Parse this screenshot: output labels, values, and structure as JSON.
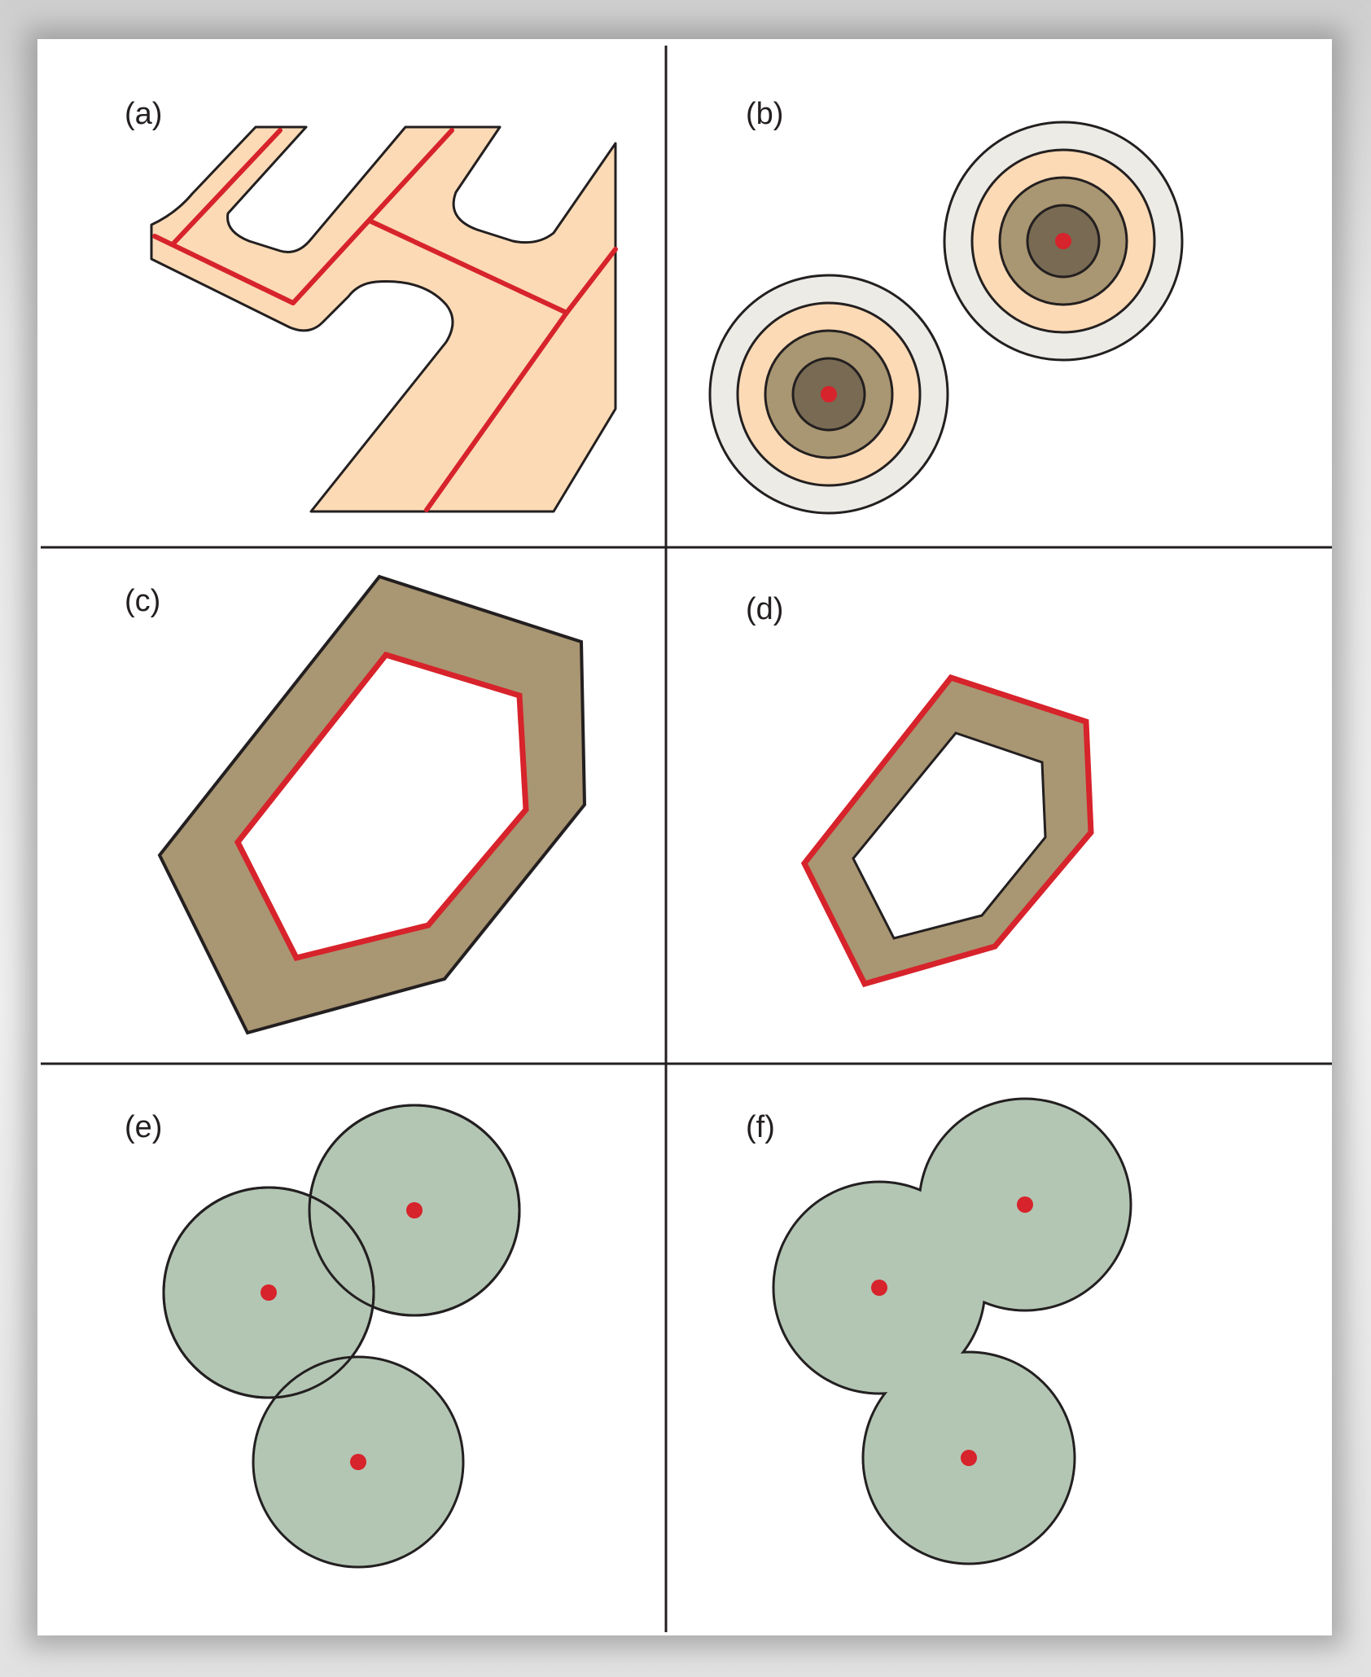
{
  "panels": [
    {
      "id": "a",
      "label": "(a)"
    },
    {
      "id": "b",
      "label": "(b)"
    },
    {
      "id": "c",
      "label": "(c)"
    },
    {
      "id": "d",
      "label": "(d)"
    },
    {
      "id": "e",
      "label": "(e)"
    },
    {
      "id": "f",
      "label": "(f)"
    }
  ],
  "colors": {
    "feature_red": "#d7232b",
    "outline": "#231f20",
    "road_buffer_fill": "#fbdab5",
    "ring_outer": "#ecebe6",
    "ring_peach": "#fbdab5",
    "ring_tan": "#a99672",
    "ring_dark": "#786a53",
    "polygon_buffer_fill": "#a99672",
    "circle_buffer_fill": "#b3c6b4",
    "panel_divider": "#231f20"
  }
}
